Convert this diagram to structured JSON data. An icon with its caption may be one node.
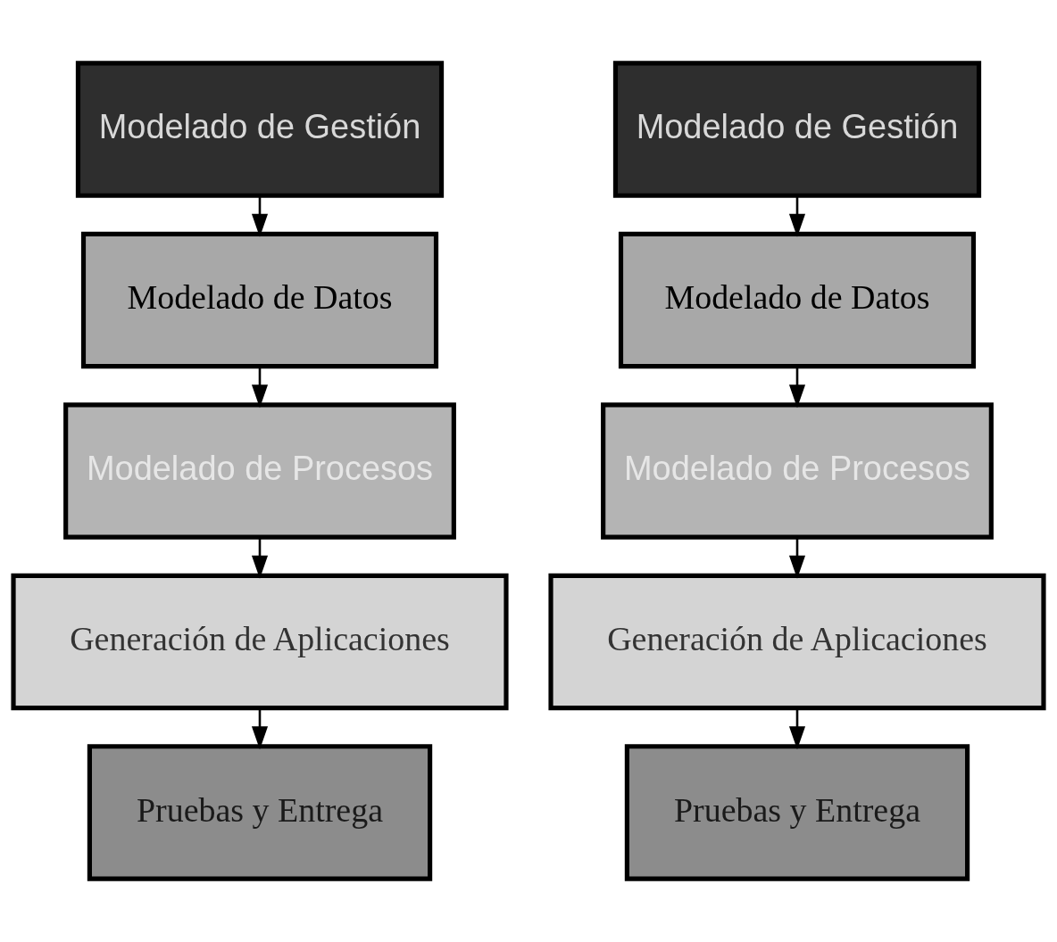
{
  "diagram": {
    "nodes": [
      {
        "text": [
          "Modelado de Gestión"
        ]
      },
      {
        "text": [
          "Modelado de Datos"
        ]
      },
      {
        "text": [
          "Modelado de Procesos"
        ]
      },
      {
        "text": [
          "Generación de Aplicaciones"
        ]
      },
      {
        "text": [
          "Pruebas y Entrega"
        ]
      },
      {
        "text": [
          "Modelado de Gestión"
        ]
      },
      {
        "text": [
          "Modelado de Datos"
        ]
      },
      {
        "text": [
          "Modelado de Procesos"
        ]
      },
      {
        "text": [
          "Generación de Aplicaciones"
        ]
      },
      {
        "text": [
          "Pruebas y Entrega"
        ]
      }
    ],
    "edges": [
      {
        "from": 0,
        "to": 1,
        "arrow": "to"
      },
      {
        "from": 1,
        "to": 2,
        "arrow": "to"
      },
      {
        "from": 2,
        "to": 3,
        "arrow": "to"
      },
      {
        "from": 3,
        "to": 4,
        "arrow": "to"
      },
      {
        "from": 5,
        "to": 6,
        "arrow": "to"
      },
      {
        "from": 6,
        "to": 7,
        "arrow": "to"
      },
      {
        "from": 7,
        "to": 8,
        "arrow": "to"
      },
      {
        "from": 8,
        "to": 9,
        "arrow": "to"
      }
    ]
  }
}
